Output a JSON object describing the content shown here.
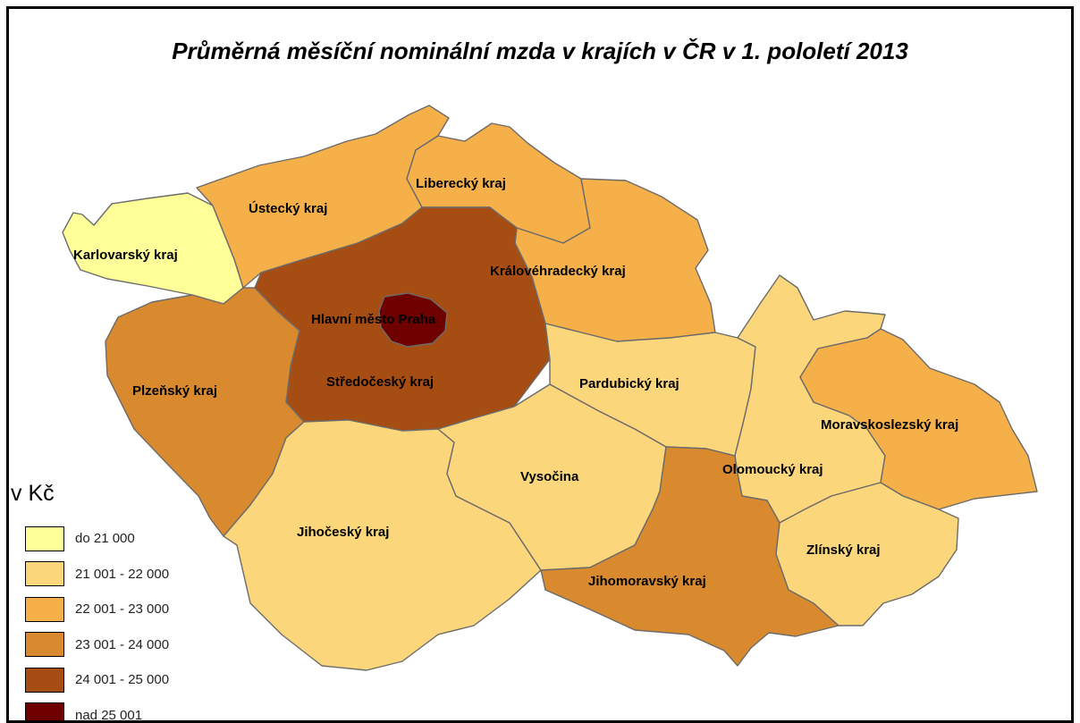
{
  "map": {
    "title": "Průměrná měsíční nominální mzda v krajích v ČR v 1. pololetí 2013",
    "legend": {
      "title": "v Kč",
      "items": [
        {
          "label": "do 21 000",
          "color": "#ffff99"
        },
        {
          "label": "21 001 - 22 000",
          "color": "#fcd67a"
        },
        {
          "label": "22 001 - 23 000",
          "color": "#f5b04a"
        },
        {
          "label": "23 001 - 24 000",
          "color": "#d98a2e"
        },
        {
          "label": "24 001 - 25 000",
          "color": "#a64d14"
        },
        {
          "label": "nad 25 001",
          "color": "#6e0000"
        }
      ]
    },
    "regions": [
      {
        "id": "karlovarsky",
        "label": "Karlovarský kraj",
        "class": 0
      },
      {
        "id": "ustecky",
        "label": "Ústecký kraj",
        "class": 2
      },
      {
        "id": "liberecky",
        "label": "Liberecký kraj",
        "class": 2
      },
      {
        "id": "kralovehradecky",
        "label": "Královéhradecký kraj",
        "class": 2
      },
      {
        "id": "stredocesky",
        "label": "Středočeský kraj",
        "class": 4
      },
      {
        "id": "praha",
        "label": "Hlavní město Praha",
        "class": 5
      },
      {
        "id": "plzensky",
        "label": "Plzeňský kraj",
        "class": 3
      },
      {
        "id": "jihocesky",
        "label": "Jihočeský kraj",
        "class": 1
      },
      {
        "id": "vysocina",
        "label": "Vysočina",
        "class": 1
      },
      {
        "id": "pardubicky",
        "label": "Pardubický kraj",
        "class": 1
      },
      {
        "id": "olomoucky",
        "label": "Olomoucký kraj",
        "class": 1
      },
      {
        "id": "moravskoslezsky",
        "label": "Moravskoslezský kraj",
        "class": 2
      },
      {
        "id": "jihomoravsky",
        "label": "Jihomoravský kraj",
        "class": 3
      },
      {
        "id": "zlinsky",
        "label": "Zlínský kraj",
        "class": 1
      }
    ]
  }
}
